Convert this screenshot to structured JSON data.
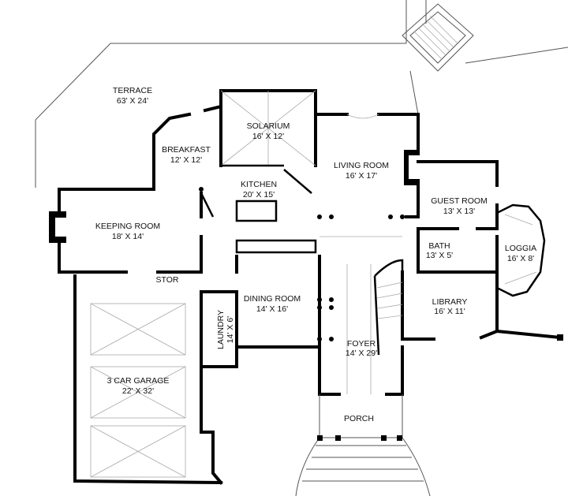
{
  "title": "First Floor Plan",
  "rooms": [
    {
      "name": "TERRACE",
      "size": "63' X 24'"
    },
    {
      "name": "SOLARIUM",
      "size": "16' X 12'"
    },
    {
      "name": "BREAKFAST",
      "size": "12' X 12'"
    },
    {
      "name": "KITCHEN",
      "size": "20' X 15'"
    },
    {
      "name": "LIVING ROOM",
      "size": "16' X 17'"
    },
    {
      "name": "GUEST ROOM",
      "size": "13' X 13'"
    },
    {
      "name": "KEEPING ROOM",
      "size": "18' X 14'"
    },
    {
      "name": "BATH",
      "size": "13' X 5'"
    },
    {
      "name": "LOGGIA",
      "size": "16' X 8'"
    },
    {
      "name": "STOR",
      "size": ""
    },
    {
      "name": "LAUNDRY",
      "size": "14' X 6'"
    },
    {
      "name": "DINING ROOM",
      "size": "14' X 16'"
    },
    {
      "name": "LIBRARY",
      "size": "16' X 11'"
    },
    {
      "name": "FOYER",
      "size": "14' X 29'"
    },
    {
      "name": "3 CAR GARAGE",
      "size": "22' X 32'"
    },
    {
      "name": "PORCH",
      "size": ""
    }
  ]
}
